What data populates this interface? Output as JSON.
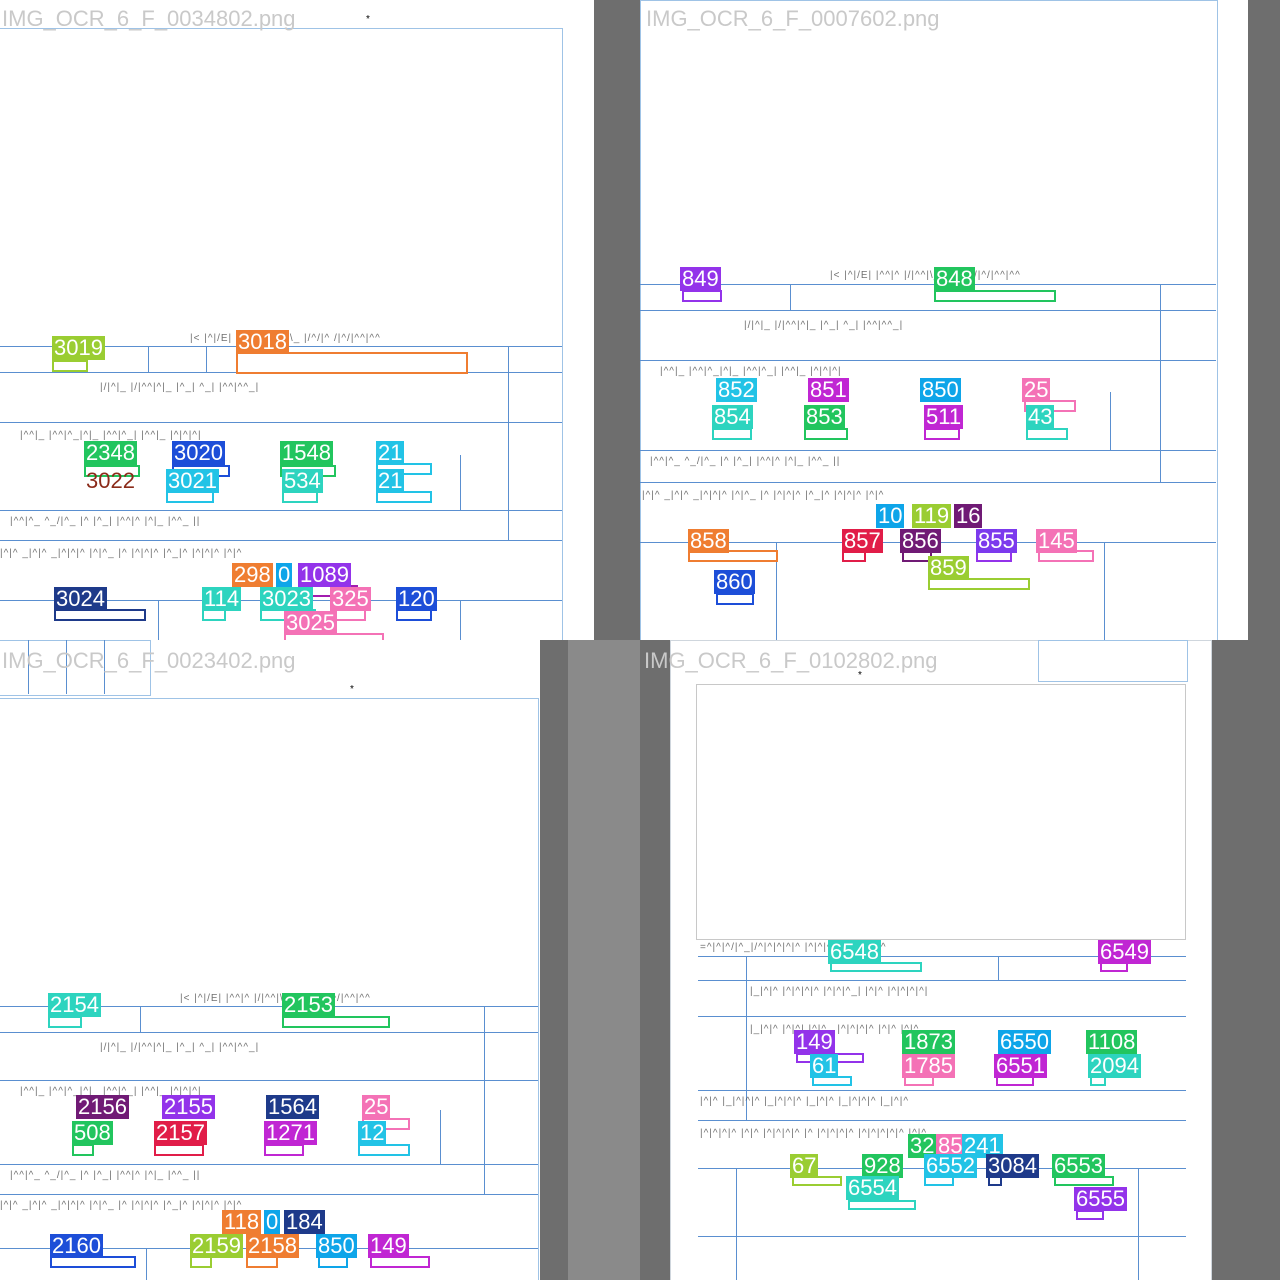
{
  "tiles": [
    {
      "filename": "IMG_OCR_6_F_0034802.png",
      "labels": [
        "3019",
        "3018",
        "2348",
        "3020",
        "1548",
        "21",
        "3022",
        "3021",
        "534",
        "21",
        "298",
        "0",
        "1089",
        "3024",
        "114",
        "3023",
        "325",
        "120",
        "3025"
      ]
    },
    {
      "filename": "IMG_OCR_6_F_0007602.png",
      "labels": [
        "849",
        "848",
        "852",
        "851",
        "850",
        "25",
        "854",
        "853",
        "511",
        "43",
        "10",
        "119",
        "16",
        "858",
        "857",
        "856",
        "855",
        "145",
        "860",
        "859"
      ]
    },
    {
      "filename": "IMG_OCR_6_F_0023402.png",
      "labels": [
        "2154",
        "2153",
        "2156",
        "2155",
        "1564",
        "25",
        "508",
        "2157",
        "1271",
        "12",
        "118",
        "0",
        "184",
        "2160",
        "2159",
        "2158",
        "850",
        "149"
      ]
    },
    {
      "filename": "IMG_OCR_6_F_0102802.png",
      "labels": [
        "6548",
        "6549",
        "149",
        "1873",
        "6550",
        "1108",
        "61",
        "1785",
        "6551",
        "2094",
        "32",
        "85",
        "241",
        "67",
        "928",
        "6552",
        "3084",
        "6553",
        "6554",
        "6555"
      ]
    }
  ],
  "colors": {
    "background": "#ffffff",
    "pad_gray": "#6e6e6e",
    "form_line": "#5a8fd0",
    "filename_text": "#c9c9c9"
  },
  "icons": [
    "scan-dot-mark"
  ]
}
